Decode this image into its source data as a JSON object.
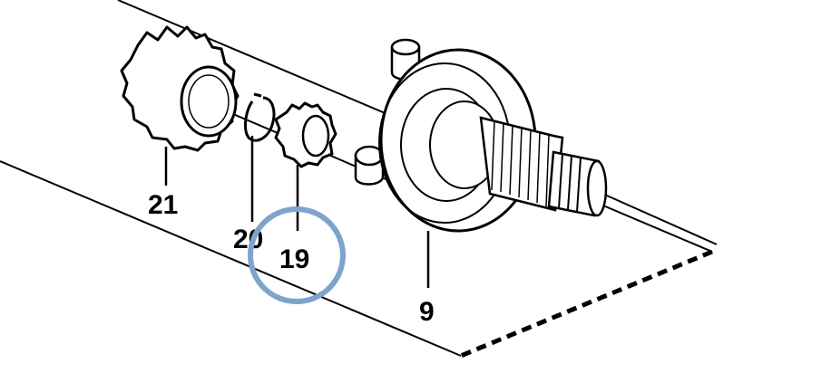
{
  "diagram": {
    "part_numbers": {
      "gear": "21",
      "snap_ring": "20",
      "bearing": "19",
      "planet_carrier": "9"
    },
    "highlight_color": "#7ea3cc",
    "line_color": "#000000"
  }
}
